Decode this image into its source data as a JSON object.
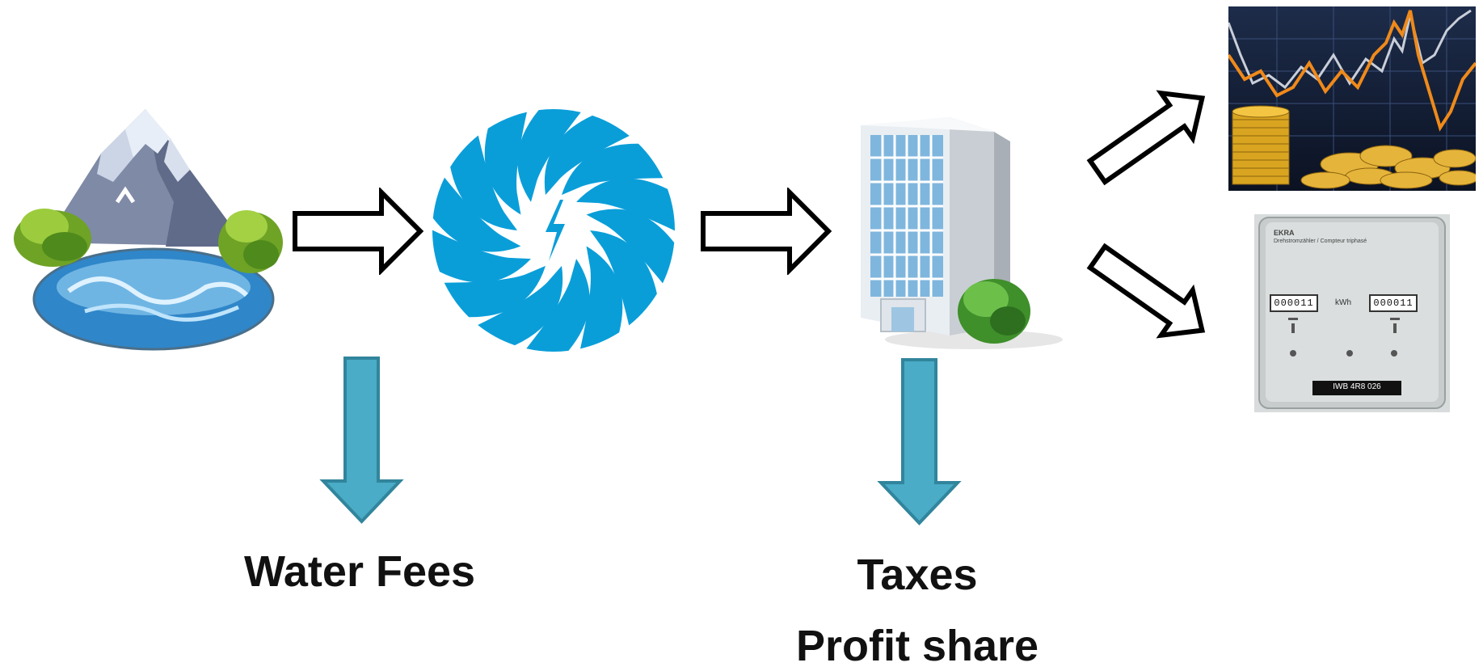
{
  "labels": {
    "water_fees": "Water Fees",
    "taxes": "Taxes",
    "profit_share": "Profit share"
  },
  "meter": {
    "brand": "EKRA",
    "description": "Drehstromzähler / Compteur triphasé",
    "unit": "kWh",
    "register_1": "000011",
    "register_2": "000011",
    "nameplate": "IWB 4R8 026"
  },
  "colors": {
    "turbine_blue": "#0a9ed9",
    "down_arrow_fill": "#4aacc6",
    "down_arrow_stroke": "#31859c",
    "outline_arrow_stroke": "#000000",
    "text": "#111111"
  }
}
